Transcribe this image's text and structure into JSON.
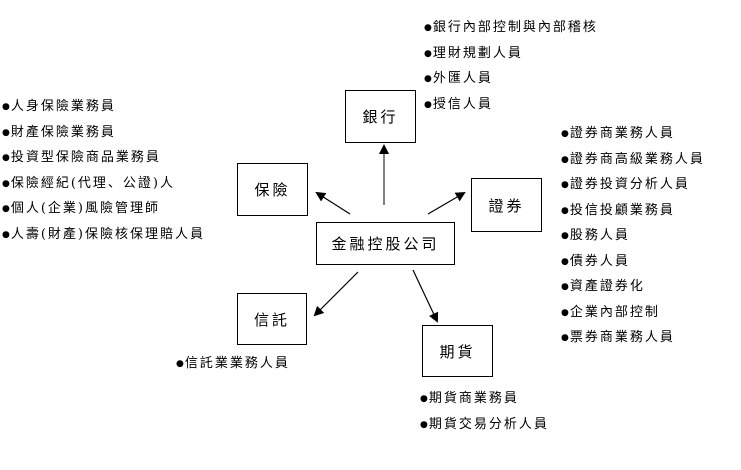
{
  "center": {
    "label": "金融控股公司"
  },
  "nodes": {
    "bank": {
      "label": "銀行",
      "items": [
        "銀行內部控制與內部稽核",
        "理財規劃人員",
        "外匯人員",
        "授信人員"
      ]
    },
    "insurance": {
      "label": "保險",
      "items": [
        "人身保險業務員",
        "財產保險業務員",
        "投資型保險商品業務員",
        "保險經紀(代理、公證)人",
        "個人(企業)風險管理師",
        "人壽(財產)保險核保理賠人員"
      ]
    },
    "securities": {
      "label": "證券",
      "items": [
        "證券商業務人員",
        "證券商高級業務人員",
        "證券投資分析人員",
        "投信投顧業務員",
        "股務人員",
        "債券人員",
        "資產證券化",
        "企業內部控制",
        "票券商業務人員"
      ]
    },
    "trust": {
      "label": "信託",
      "items": [
        "信託業業務人員"
      ]
    },
    "futures": {
      "label": "期貨",
      "items": [
        "期貨商業務員",
        "期貨交易分析人員"
      ]
    }
  }
}
